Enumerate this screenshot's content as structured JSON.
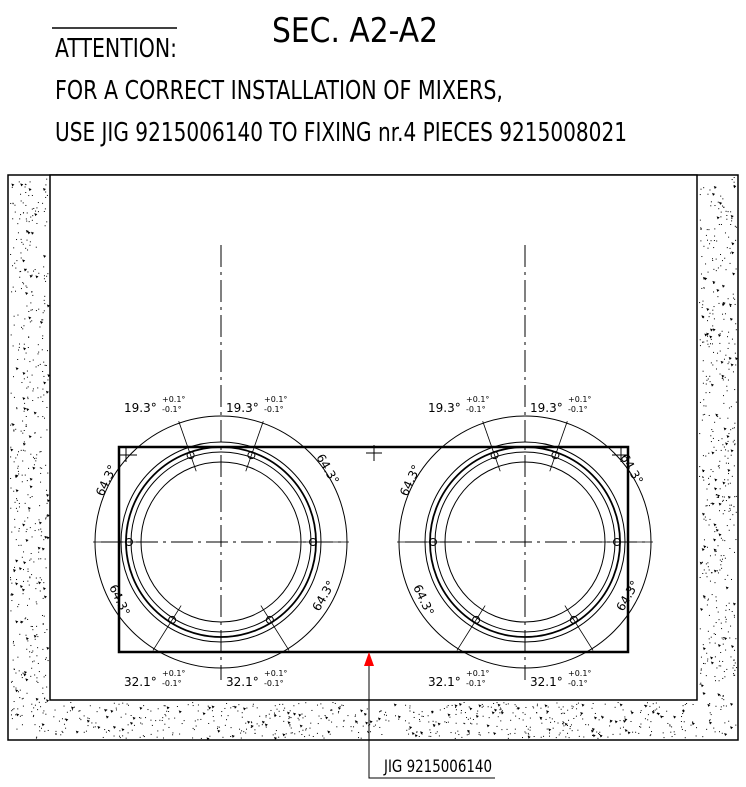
{
  "title": "SEC. A2-A2",
  "attention": {
    "heading": "ATTENTION:",
    "line1": "FOR A CORRECT INSTALLATION OF MIXERS,",
    "line2": "USE JIG 9215006140 TO FIXING  nr.4 PIECES 9215008021"
  },
  "dimensions": {
    "top_angle": "19.3°",
    "tol_plus": "+0.1°",
    "tol_minus": "-0.1°",
    "bottom_angle": "32.1°",
    "side_angle": "64.3°"
  },
  "jig_label": "JIG 9215006140",
  "colors": {
    "marker": "#ff0000",
    "line": "#000000"
  }
}
